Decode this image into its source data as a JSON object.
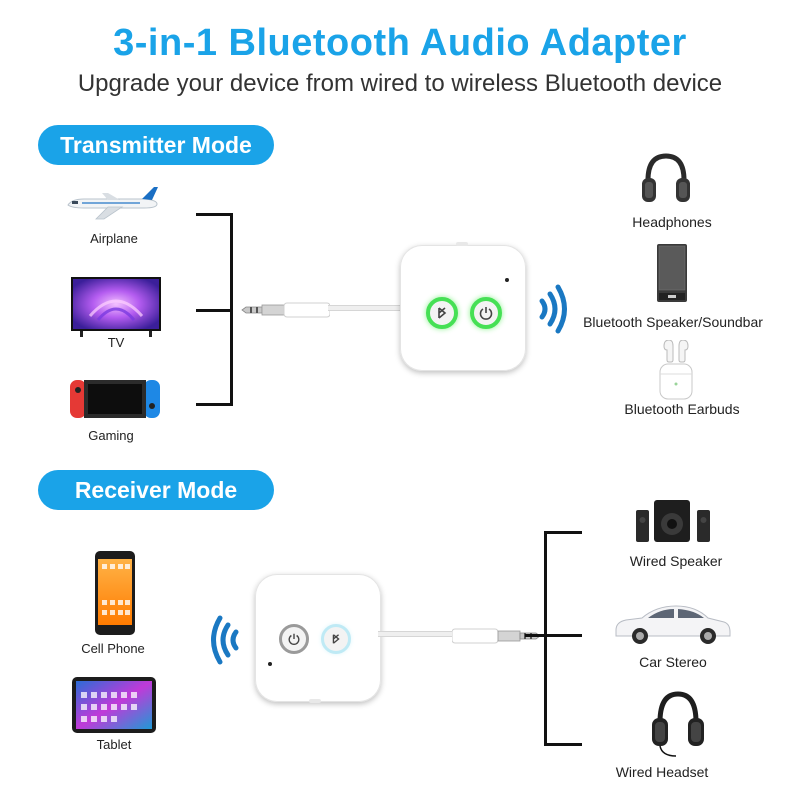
{
  "header": {
    "title": "3-in-1 Bluetooth Audio Adapter",
    "subtitle": "Upgrade your device from wired to wireless Bluetooth device"
  },
  "transmitter": {
    "mode_label": "Transmitter Mode",
    "sources": [
      {
        "label": "Airplane",
        "icon": "airplane-icon"
      },
      {
        "label": "TV",
        "icon": "tv-icon"
      },
      {
        "label": "Gaming",
        "icon": "game-console-icon"
      }
    ],
    "outputs": [
      {
        "label": "Headphones",
        "icon": "headphones-icon"
      },
      {
        "label": "Bluetooth Speaker/Soundbar",
        "icon": "speaker-icon"
      },
      {
        "label": "Bluetooth Earbuds",
        "icon": "earbuds-icon"
      }
    ]
  },
  "receiver": {
    "mode_label": "Receiver Mode",
    "sources": [
      {
        "label": "Cell Phone",
        "icon": "phone-icon"
      },
      {
        "label": "Tablet",
        "icon": "tablet-icon"
      }
    ],
    "outputs": [
      {
        "label": "Wired Speaker",
        "icon": "wired-speaker-icon"
      },
      {
        "label": "Car Stereo",
        "icon": "car-icon"
      },
      {
        "label": "Wired Headset",
        "icon": "headset-icon"
      }
    ]
  },
  "colors": {
    "accent": "#1aa3e8",
    "led_green": "#46e055"
  }
}
